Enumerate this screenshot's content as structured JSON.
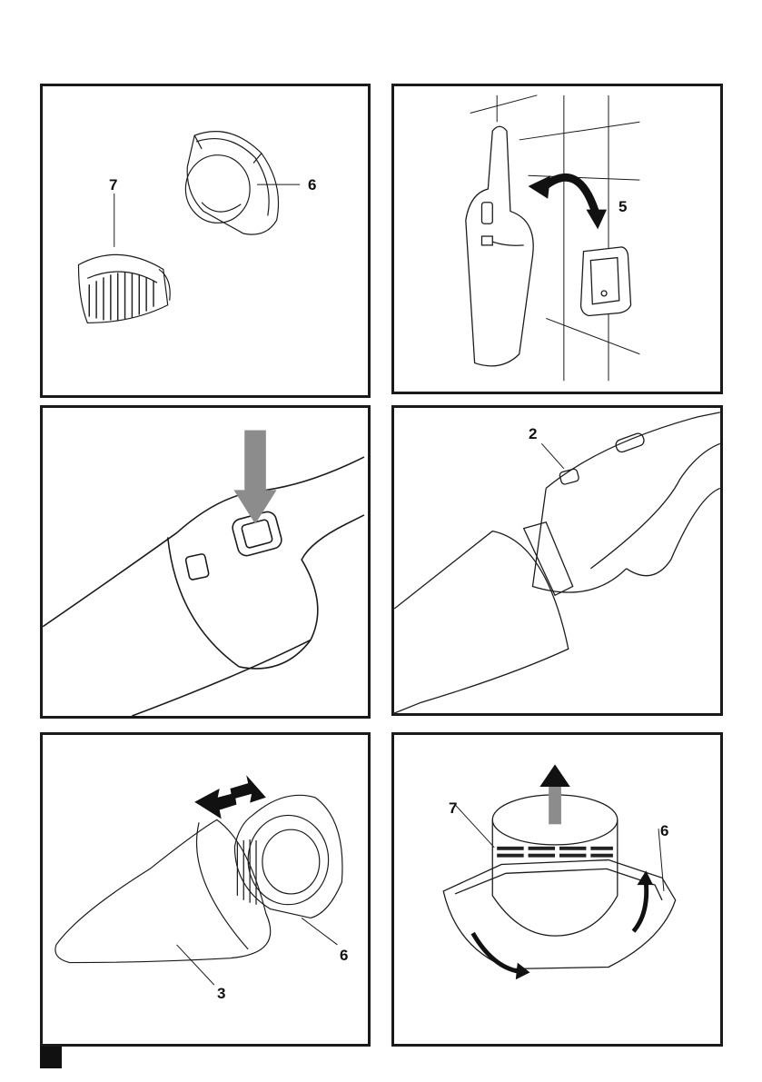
{
  "figures": [
    {
      "id": "fig-1",
      "callouts": [
        "7",
        "6"
      ]
    },
    {
      "id": "fig-2",
      "callouts": [
        "5"
      ]
    },
    {
      "id": "fig-3",
      "callouts": []
    },
    {
      "id": "fig-4",
      "callouts": [
        "2"
      ]
    },
    {
      "id": "fig-5",
      "callouts": [
        "3",
        "6"
      ]
    },
    {
      "id": "fig-6",
      "callouts": [
        "7",
        "6"
      ]
    }
  ],
  "colors": {
    "line": "#1a1a1a",
    "arrow_gray": "#8c8c8c",
    "arrow_dark": "#111111"
  }
}
